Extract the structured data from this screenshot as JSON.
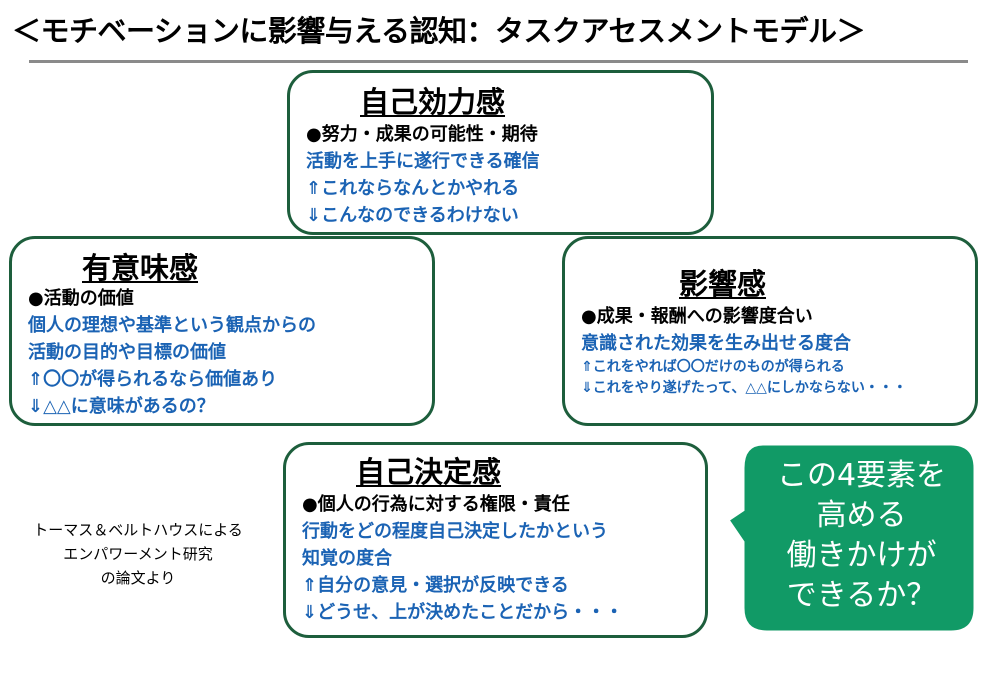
{
  "title": "＜モチベーションに影響与える認知：タスクアセスメントモデル＞",
  "efficacy": {
    "heading": "自己効力感",
    "lines": [
      "●努力・成果の可能性・期待",
      "活動を上手に遂行できる確信",
      "⇑これならなんとかやれる",
      "⇓こんなのできるわけない"
    ]
  },
  "meaning": {
    "heading": "有意味感",
    "lines": [
      "●活動の価値",
      "個人の理想や基準という観点からの",
      "活動の目的や目標の価値",
      "⇑〇〇が得られるなら価値あり",
      "⇓△△に意味があるの？"
    ]
  },
  "impact": {
    "heading": "影響感",
    "lines": [
      "●成果・報酬への影響度合い",
      "意識された効果を生み出せる度合",
      "⇑これをやれば〇〇だけのものが得られる",
      "⇓これをやり遂げたって、△△にしかならない・・・"
    ]
  },
  "self_determination": {
    "heading": "自己決定感",
    "lines": [
      "●個人の行為に対する権限・責任",
      "行動をどの程度自己決定したかという",
      "知覚の度合",
      "⇑自分の意見・選択が反映できる",
      "⇓どうせ、上が決めたことだから・・・"
    ]
  },
  "source": [
    "トーマス＆ベルトハウスによる",
    "エンパワーメント研究",
    "の論文より"
  ],
  "callout": {
    "lines": [
      "この4要素を",
      "高める",
      "働きかけが",
      "できるか？"
    ],
    "fill_color": "#119a66",
    "border_color": "#ffffff"
  },
  "colors": {
    "box_border": "#1d5e3c",
    "blue_text": "#1b63b4",
    "rule": "#8a8a8a"
  }
}
